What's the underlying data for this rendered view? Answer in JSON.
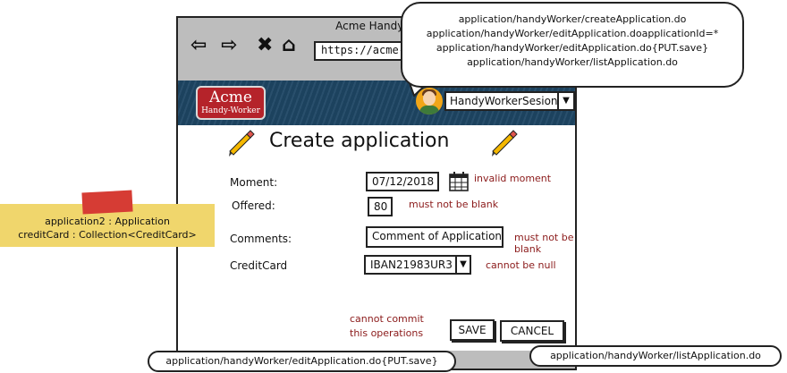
{
  "browser": {
    "title": "Acme Handy-W",
    "url": "https://acme-h",
    "nav_icons": [
      "back-arrow-icon",
      "forward-arrow-icon",
      "close-x-icon",
      "home-icon"
    ]
  },
  "header": {
    "logo_main": "Acme",
    "logo_sub": "Handy-Worker",
    "user_select": "HandyWorkerSesion",
    "colors": {
      "band": "#1e4664",
      "logo": "#b5232a"
    }
  },
  "page": {
    "title": "Create application"
  },
  "form": {
    "moment": {
      "label": "Moment:",
      "value": "07/12/2018",
      "error": "invalid moment"
    },
    "offered": {
      "label": "Offered:",
      "value": "80",
      "error": "must not be blank"
    },
    "comments": {
      "label": "Comments:",
      "value": "Comment of Application",
      "error": "must not be blank"
    },
    "credit_card": {
      "label": "CreditCard",
      "value": "IBAN21983UR3",
      "error": "cannot be null"
    },
    "commit_error_line1": "cannot commit",
    "commit_error_line2": "this operations",
    "save_label": "SAVE",
    "cancel_label": "CANCEL",
    "error_color": "#8b1a1a"
  },
  "annotations": {
    "top_bubble": [
      "application/handyWorker/createApplication.do",
      "application/handyWorker/editApplication.doapplicationId=*",
      "application/handyWorker/editApplication.do{PUT.save}",
      "application/handyWorker/listApplication.do"
    ],
    "save_bubble": "application/handyWorker/editApplication.do{PUT.save}",
    "cancel_bubble": "application/handyWorker/listApplication.do",
    "sticky_line1": "application2 : Application",
    "sticky_line2": "creditCard : Collection<CreditCard>"
  }
}
